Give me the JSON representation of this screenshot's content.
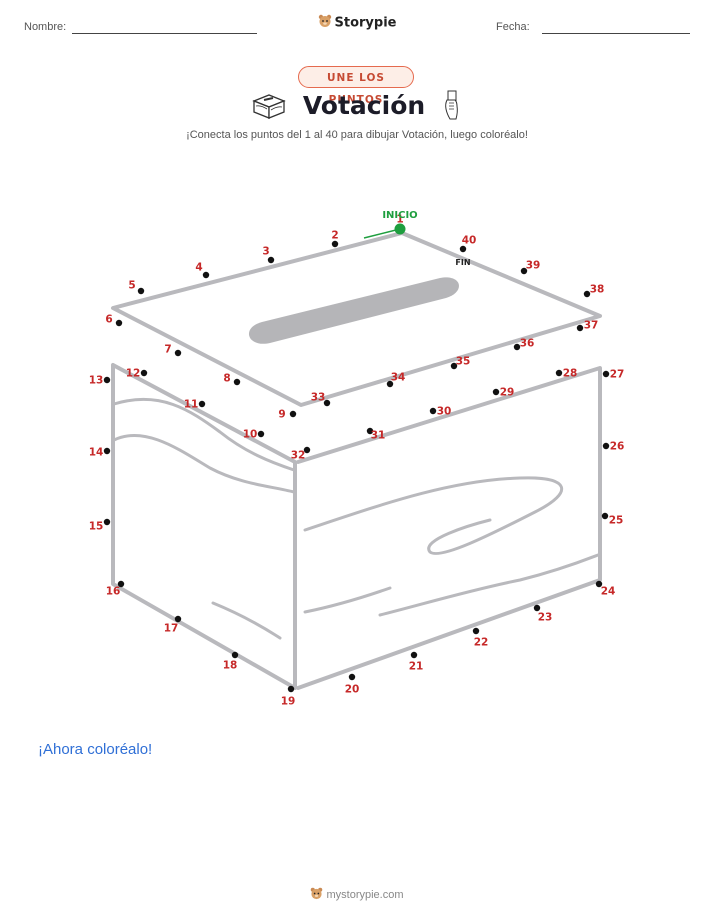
{
  "header": {
    "name_label": "Nombre:",
    "date_label": "Fecha:",
    "brand": "Storypie"
  },
  "badge": "UNE LOS PUNTOS",
  "title": "Votación",
  "subtitle": "¡Conecta los puntos del 1 al 40 para dibujar Votación, luego coloréalo!",
  "puzzle": {
    "start_label": "INICIO",
    "end_label": "FIN",
    "dots": [
      {
        "n": "1"
      },
      {
        "n": "2"
      },
      {
        "n": "3"
      },
      {
        "n": "4"
      },
      {
        "n": "5"
      },
      {
        "n": "6"
      },
      {
        "n": "7"
      },
      {
        "n": "8"
      },
      {
        "n": "9"
      },
      {
        "n": "10"
      },
      {
        "n": "11"
      },
      {
        "n": "12"
      },
      {
        "n": "13"
      },
      {
        "n": "14"
      },
      {
        "n": "15"
      },
      {
        "n": "16"
      },
      {
        "n": "17"
      },
      {
        "n": "18"
      },
      {
        "n": "19"
      },
      {
        "n": "20"
      },
      {
        "n": "21"
      },
      {
        "n": "22"
      },
      {
        "n": "23"
      },
      {
        "n": "24"
      },
      {
        "n": "25"
      },
      {
        "n": "26"
      },
      {
        "n": "27"
      },
      {
        "n": "28"
      },
      {
        "n": "29"
      },
      {
        "n": "30"
      },
      {
        "n": "31"
      },
      {
        "n": "32"
      },
      {
        "n": "33"
      },
      {
        "n": "34"
      },
      {
        "n": "35"
      },
      {
        "n": "36"
      },
      {
        "n": "37"
      },
      {
        "n": "38"
      },
      {
        "n": "39"
      },
      {
        "n": "40"
      }
    ],
    "colors": {
      "dot": "#111111",
      "number": "#c62828",
      "start": "#1e9e3e",
      "outline": "#b9b9bd"
    }
  },
  "color_prompt": "¡Ahora coloréalo!",
  "footer": "mystorypie.com"
}
